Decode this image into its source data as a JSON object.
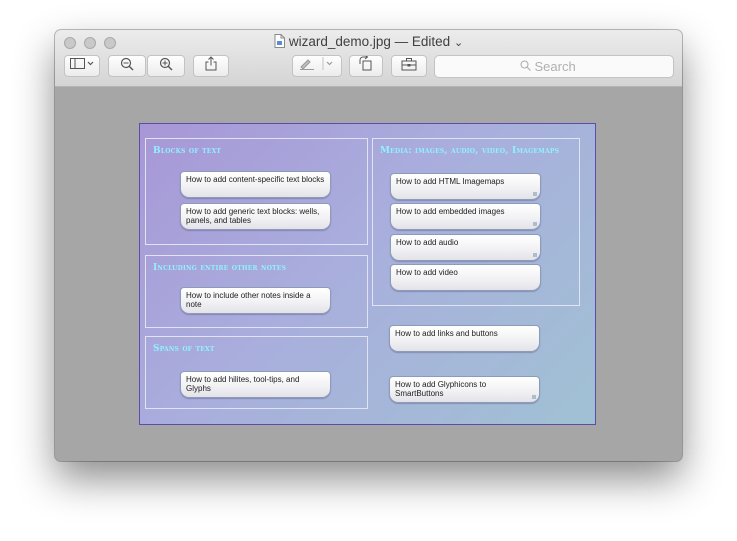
{
  "window": {
    "filename": "wizard_demo.jpg",
    "status": "— Edited",
    "status_chevron": "⌄"
  },
  "toolbar": {
    "search_placeholder": "Search",
    "icons": [
      "sidebar-icon",
      "zoom-out-icon",
      "zoom-in-icon",
      "share-icon",
      "markup-icon",
      "rotate-icon",
      "toolbox-icon",
      "search-icon"
    ]
  },
  "image": {
    "sections": {
      "blocks": {
        "title": "Blocks of text",
        "items": [
          "How to add content-specific text blocks",
          "How to add generic text blocks: wells, panels, and tables"
        ]
      },
      "including": {
        "title": "Including entire other notes",
        "items": [
          "How to include other notes inside a note"
        ]
      },
      "spans": {
        "title": "Spans of text",
        "items": [
          "How to add hilites, tool-tips, and Glyphs"
        ]
      },
      "media": {
        "title": "Media: images, audio, video, Imagemaps",
        "items": [
          "How to add HTML Imagemaps",
          "How to add embedded images",
          "How to add audio",
          "How to add video"
        ]
      }
    },
    "loose_items": [
      "How to add links and buttons",
      "How to add Glyphicons to SmartButtons"
    ]
  },
  "colors": {
    "section_title": "#8ff2ff",
    "image_border": "#5d4cab",
    "window_content_bg": "#a6a6a6"
  }
}
